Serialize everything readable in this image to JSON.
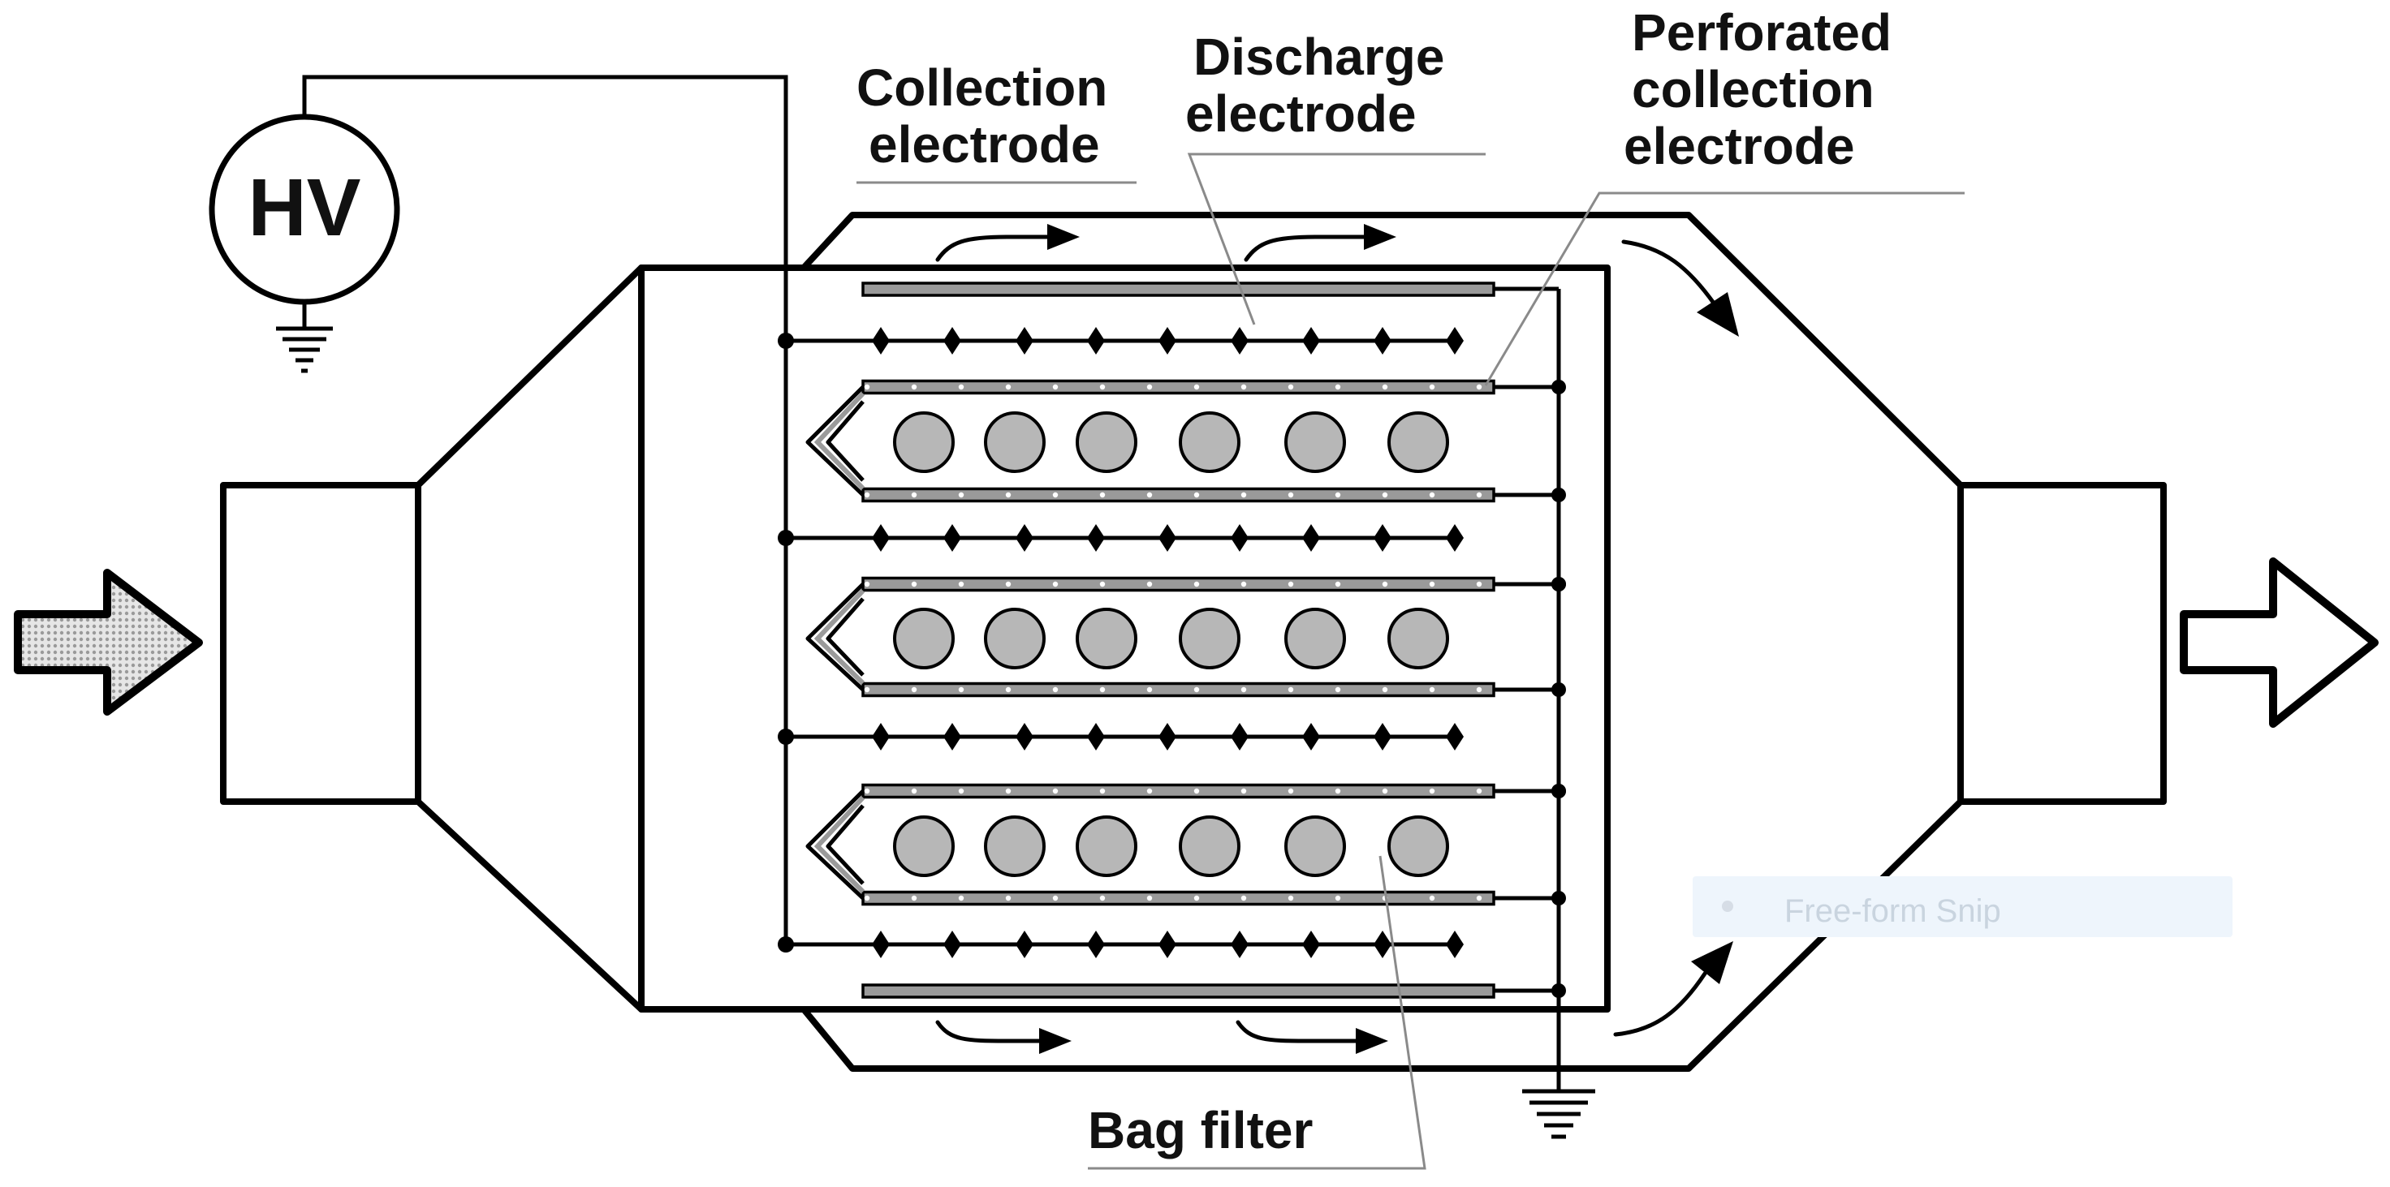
{
  "labels": {
    "hv": "HV",
    "collection_line1": "Collection",
    "collection_line2": "electrode",
    "discharge_line1": "Discharge",
    "discharge_line2": "electrode",
    "perforated_line1": "Perforated",
    "perforated_line2": "collection",
    "perforated_line3": "electrode",
    "bag_filter": "Bag  filter"
  },
  "overlay": {
    "snip_text": "Free-form Snip"
  },
  "colors": {
    "line": "#000000",
    "bag_fill": "#b7b7b7",
    "plate_fill": "#9a9a9a",
    "inlet_arrow_fill": "#bdbdbd",
    "outlet_arrow_fill": "#ffffff",
    "leader": "#8a8a8a"
  }
}
